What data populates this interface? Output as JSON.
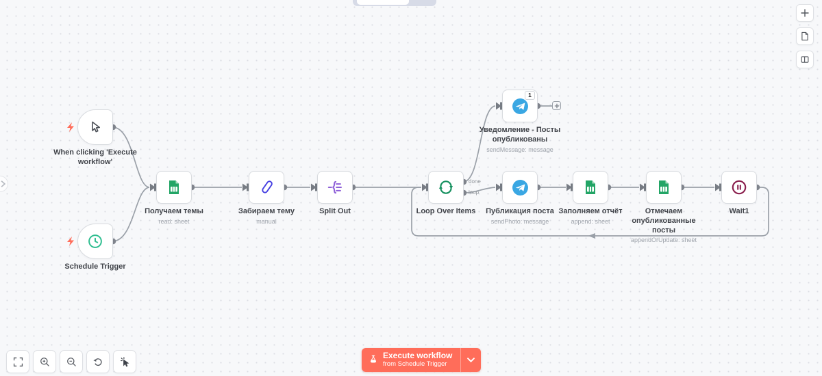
{
  "canvas": {
    "nodes": [
      {
        "title": "When clicking 'Execute workflow'",
        "type": "manual-trigger"
      },
      {
        "title": "Schedule Trigger",
        "type": "schedule-trigger"
      },
      {
        "title": "Получаем темы",
        "subtitle": "read: sheet",
        "type": "google-sheets"
      },
      {
        "title": "Забираем тему",
        "subtitle": "manual",
        "type": "edit-fields"
      },
      {
        "title": "Split Out",
        "type": "split-out"
      },
      {
        "title": "Loop Over Items",
        "type": "loop",
        "outputs": [
          "done",
          "loop"
        ]
      },
      {
        "title": "Уведомление - Посты опубликованы",
        "subtitle": "sendMessage: message",
        "type": "telegram",
        "badge": "1"
      },
      {
        "title": "Публикация поста",
        "subtitle": "sendPhoto: message",
        "type": "telegram"
      },
      {
        "title": "Заполняем отчёт",
        "subtitle": "append: sheet",
        "type": "google-sheets"
      },
      {
        "title": "Отмечаем опубликованные посты",
        "subtitle": "appendOrUpdate: sheet",
        "type": "google-sheets"
      },
      {
        "title": "Wait1",
        "type": "wait"
      }
    ]
  },
  "execute_bar": {
    "label": "Execute workflow",
    "sublabel": "from Schedule Trigger"
  },
  "colors": {
    "accent": "#ff6d5a",
    "telegram": "#3aa7e3",
    "google_sheets": "#23a566",
    "loop": "#179160",
    "split_out": "#8e5fd8",
    "edit_fields": "#4741e2",
    "wait": "#8a1e4d",
    "schedule": "#2dbd8f",
    "edge": "#9aa0a8",
    "canvas_bg": "#f7f8fa"
  },
  "icons": {
    "toolbar": [
      "fit-view-icon",
      "zoom-in-icon",
      "zoom-out-icon",
      "undo-icon",
      "interactive-cursor-icon"
    ],
    "top_right": [
      "plus-icon",
      "sticky-note-icon",
      "layout-panel-icon"
    ],
    "execute": "flask-icon"
  }
}
